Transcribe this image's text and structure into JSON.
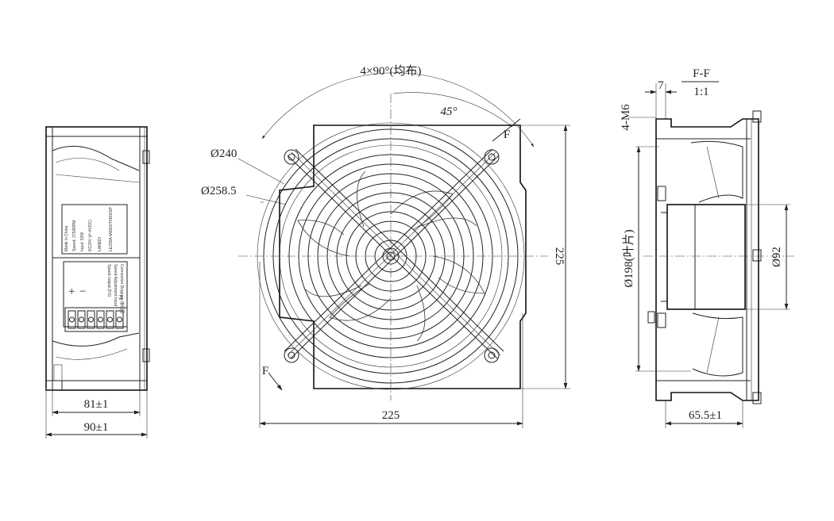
{
  "dimensions": {
    "angles": "4×90°(均布)",
    "angle45": "45°",
    "dia240": "Ø240",
    "dia258": "Ø258.5",
    "front_height": "225",
    "front_width": "225",
    "side_81": "81±1",
    "side_90": "90±1",
    "section_name": "F-F",
    "section_scale": "1:1",
    "dim7": "7",
    "thread": "4-M6",
    "dia198": "Ø198(叶片)",
    "dia92": "Ø92",
    "depth655": "65.5±1",
    "cut_mark": "F"
  },
  "label": {
    "model": "LE200A-M0920T#D001P",
    "brand": "LANEDI",
    "voltage": "DC24V (#~#VDC)",
    "input": "Input: 53W",
    "speed": "Speed: 2750RPM",
    "made_in": "Made in China"
  },
  "connection": {
    "title": "Connection Diagram 接线图",
    "line1": "Speed Adjustment Input",
    "line2": "Speed output (FG)",
    "plus": "+",
    "minus": "−",
    "pe": "PE"
  }
}
